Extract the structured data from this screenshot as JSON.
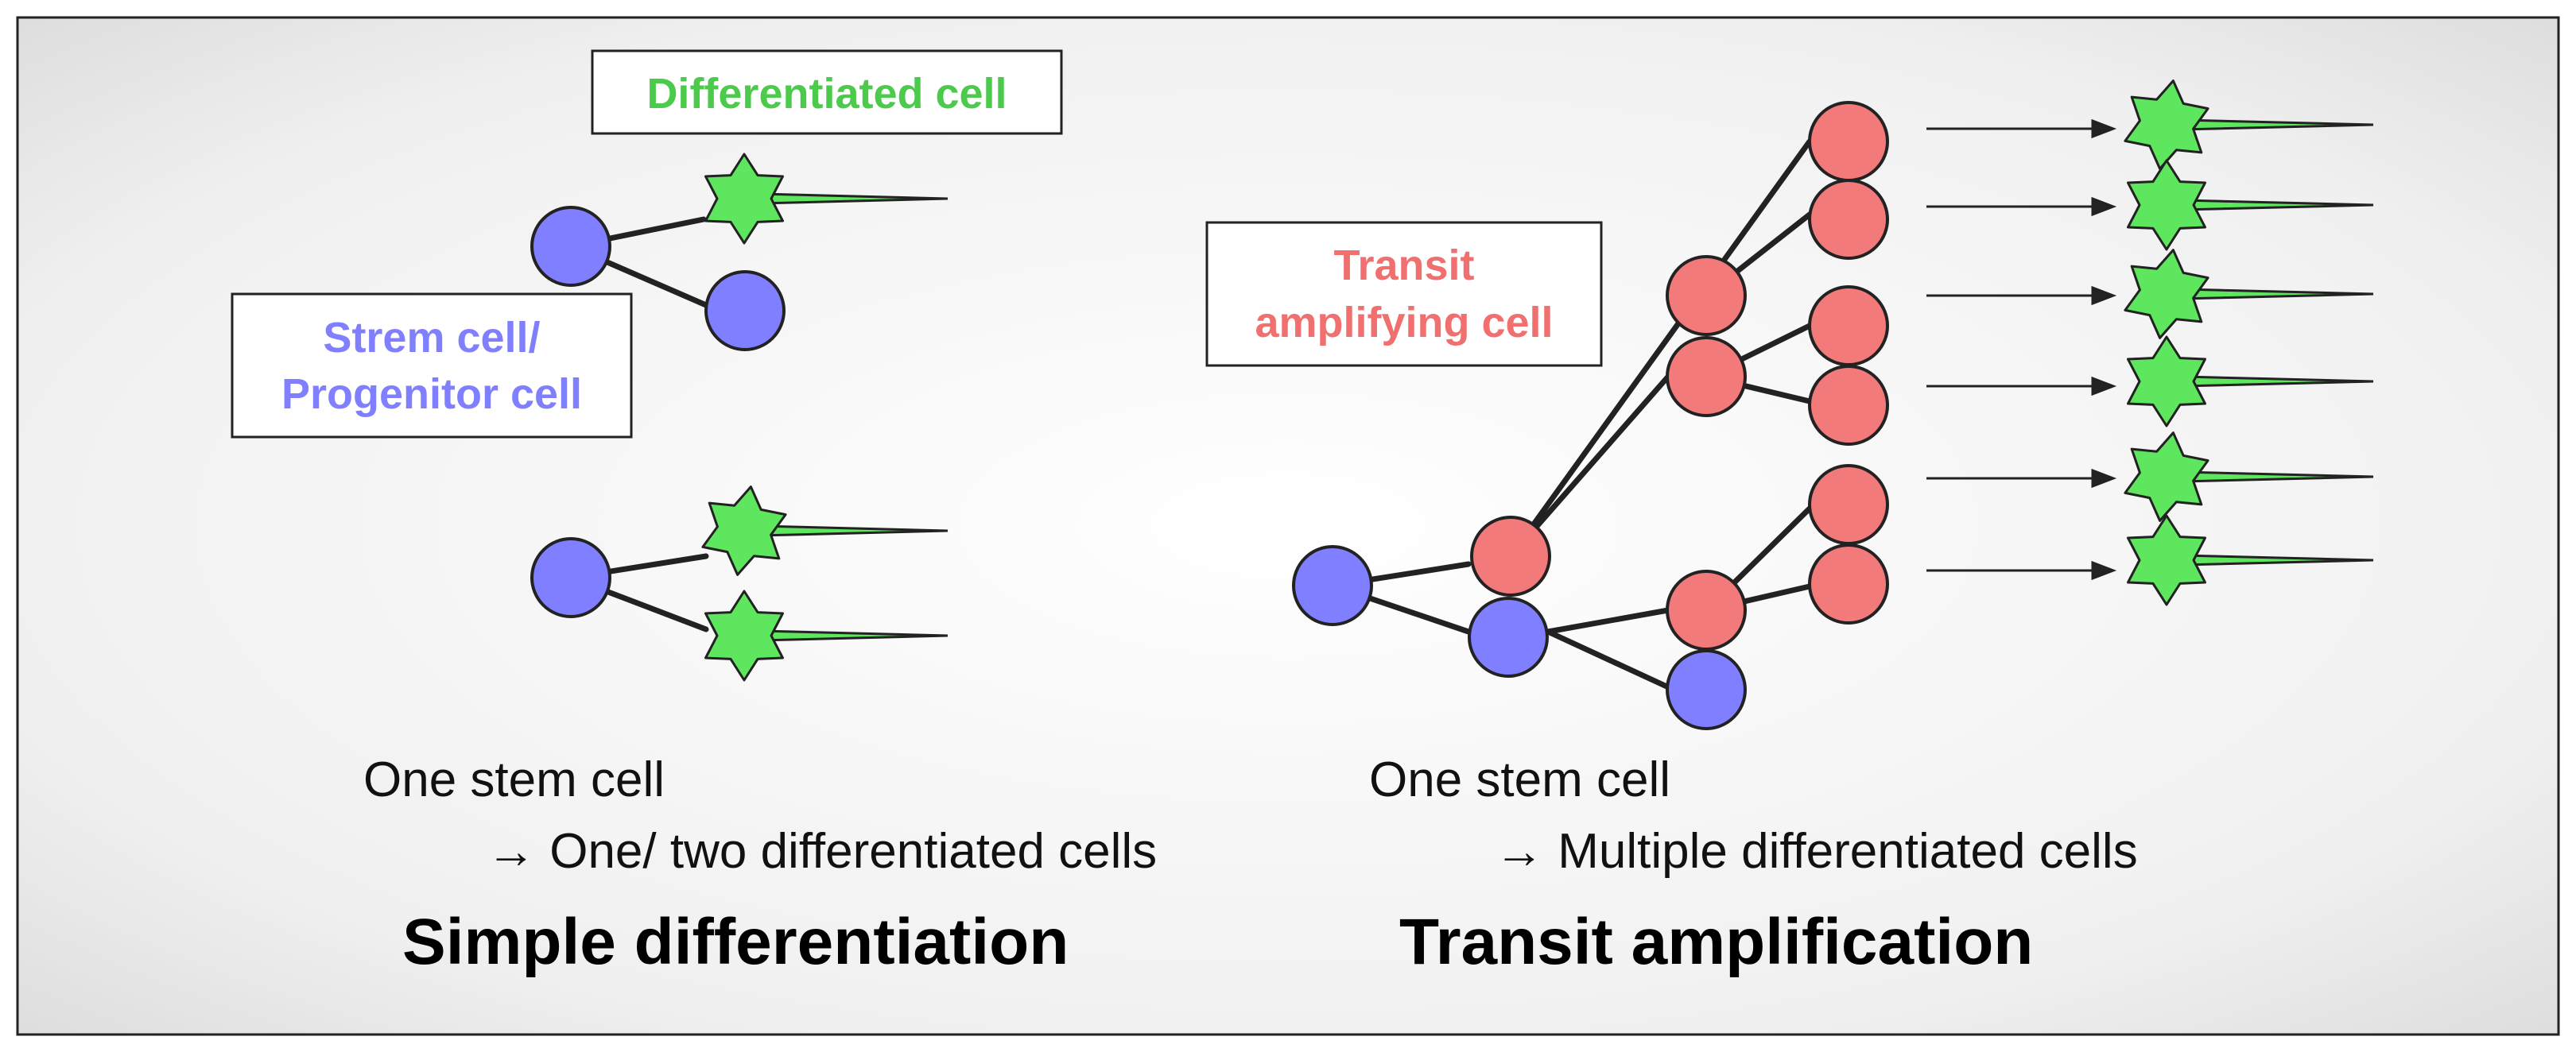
{
  "labels": {
    "differentiated_cell": "Differentiated cell",
    "stem_cell_line1": "Strem cell/",
    "stem_cell_line2": "Progenitor cell",
    "transit_line1": "Transit",
    "transit_line2": "amplifying cell"
  },
  "left_panel": {
    "caption_line1": "One stem cell",
    "caption_line2": "→ One/ two differentiated cells",
    "title": "Simple differentiation"
  },
  "right_panel": {
    "caption_line1": "One stem cell",
    "caption_line2": "→ Multiple differentiated cells",
    "title": "Transit amplification"
  },
  "colors": {
    "stem_cell": "#7f7fff",
    "transit_cell": "#f27a7a",
    "differentiated_cell": "#5ee65e",
    "differentiated_label": "#4cca4c",
    "stem_label": "#8080ff",
    "transit_label": "#f07070"
  }
}
